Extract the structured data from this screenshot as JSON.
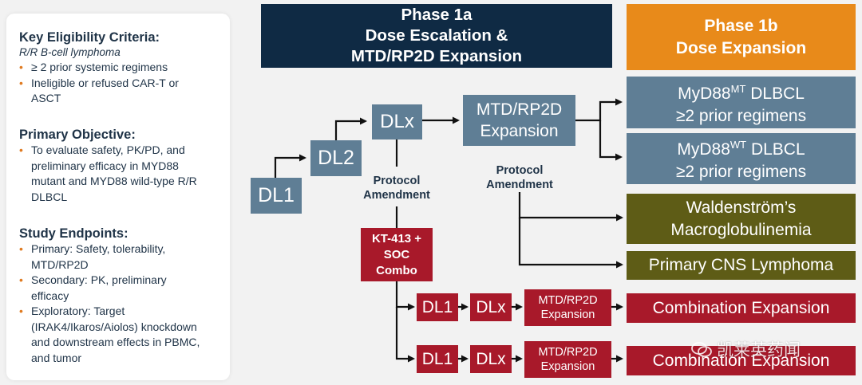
{
  "eligibility": {
    "title": "Key Eligibility Criteria:",
    "subtitle": "R/R B-cell lymphoma",
    "items": [
      "≥ 2 prior systemic regimens",
      "Ineligible or refused CAR-T or ASCT"
    ]
  },
  "objective": {
    "title": "Primary Objective:",
    "items": [
      "To evaluate safety, PK/PD, and preliminary efficacy in MYD88 mutant and MYD88 wild-type R/R DLBCL"
    ]
  },
  "endpoints": {
    "title": "Study Endpoints:",
    "items": [
      "Primary: Safety, tolerability, MTD/RP2D",
      "Secondary: PK, preliminary efficacy",
      "Exploratory: Target (IRAK4/Ikaros/Aiolos) knockdown and downstream effects in PBMC, and tumor"
    ]
  },
  "phase1a": {
    "line1": "Phase 1a",
    "line2": "Dose Escalation &",
    "line3": "MTD/RP2D Expansion"
  },
  "phase1b": {
    "line1": "Phase 1b",
    "line2": "Dose Expansion"
  },
  "dl1": "DL1",
  "dl2": "DL2",
  "dlx": "DLx",
  "mtd_box": {
    "line1": "MTD/RP2D",
    "line2": "Expansion"
  },
  "protocol_amendment_1": {
    "line1": "Protocol",
    "line2": "Amendment"
  },
  "protocol_amendment_2": {
    "line1": "Protocol",
    "line2": "Amendment"
  },
  "combo_box": {
    "line1": "KT-413 +",
    "line2": "SOC",
    "line3": "Combo"
  },
  "cohorts": {
    "myd88_mt": {
      "pre": "MyD88",
      "sup": "MT",
      "post": " DLBCL",
      "line2": "≥2 prior regimens"
    },
    "myd88_wt": {
      "pre": "MyD88",
      "sup": "WT",
      "post": " DLBCL",
      "line2": "≥2 prior regimens"
    },
    "waldenstrom": {
      "line1": "Waldenström’s",
      "line2": "Macroglobulinemia"
    },
    "pcnsl": "Primary CNS Lymphoma"
  },
  "combo_rows": [
    {
      "dl1": "DL1",
      "dlx": "DLx",
      "mtd_line1": "MTD/RP2D",
      "mtd_line2": "Expansion",
      "expansion": "Combination Expansion"
    },
    {
      "dl1": "DL1",
      "dlx": "DLx",
      "mtd_line1": "MTD/RP2D",
      "mtd_line2": "Expansion",
      "expansion": "Combination Expansion"
    }
  ],
  "watermark": "凯莱英药闻",
  "colors": {
    "navy": "#0f2a44",
    "orange": "#e88a1a",
    "steel": "#5f7e95",
    "olive": "#5e5c16",
    "red": "#a8192a",
    "bullet": "#e07b21"
  }
}
